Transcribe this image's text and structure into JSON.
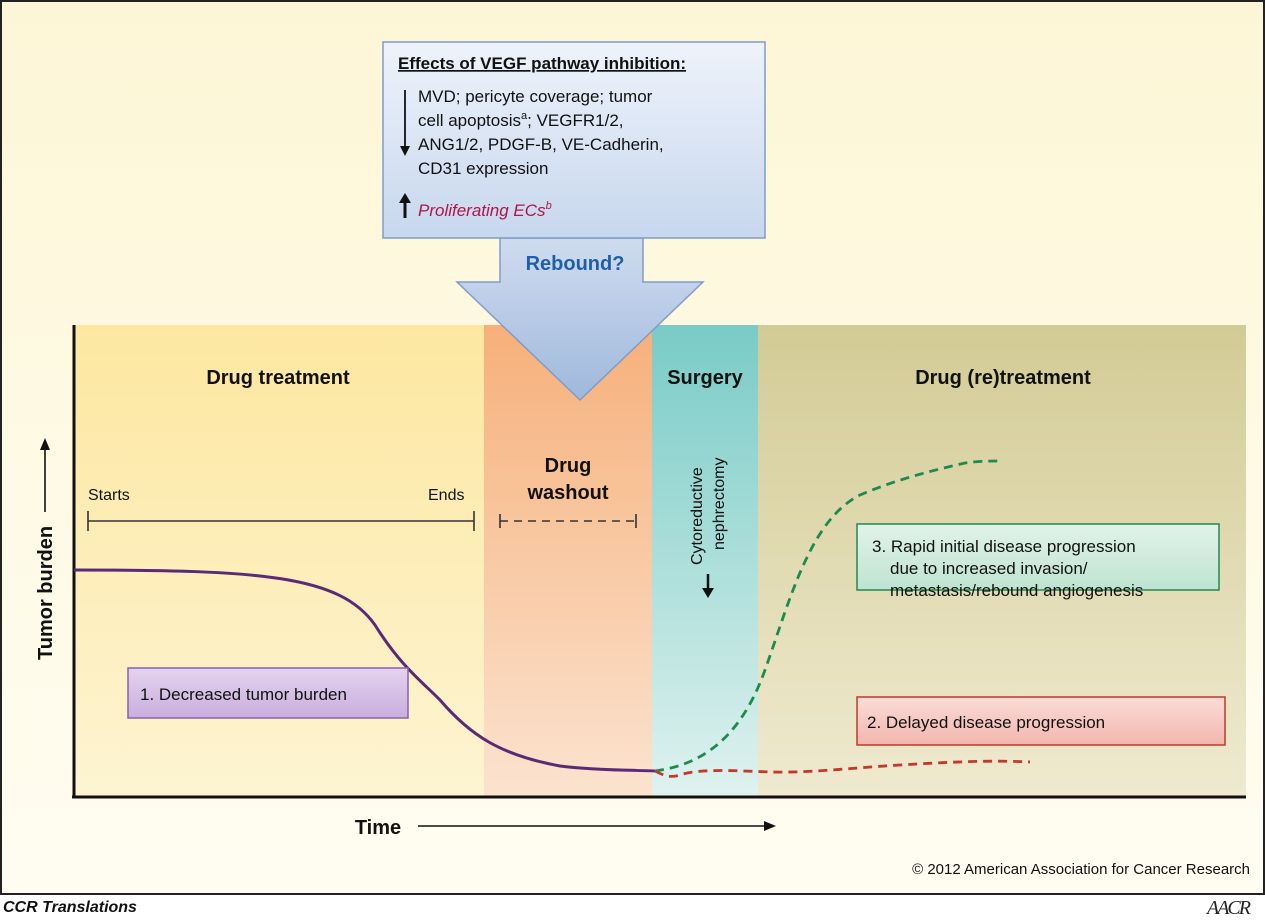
{
  "diagram": {
    "effects_box": {
      "title": "Effects of VEGF pathway inhibition:",
      "down_lines": [
        "MVD; pericyte coverage; tumor",
        "cell apoptosis",
        "; VEGFR1/2,",
        "ANG1/2, PDGF-B, VE-Cadherin,",
        "CD31 expression"
      ],
      "apoptosis_sup": "a",
      "up_line": "Proliferating ECs",
      "up_sup": "b",
      "down_arrow_icon": "down-arrow",
      "up_arrow_icon": "up-arrow"
    },
    "arrow_label": "Rebound?",
    "phases": {
      "treatment": "Drug treatment",
      "washout_line1": "Drug",
      "washout_line2": "washout",
      "surgery": "Surgery",
      "surgery_vertical_1": "Cytoreductive",
      "surgery_vertical_2": "nephrectomy",
      "retreatment": "Drug (re)treatment"
    },
    "timeline": {
      "start": "Starts",
      "end": "Ends"
    },
    "axes": {
      "y": "Tumor burden",
      "x": "Time"
    },
    "boxes": {
      "outcome1": "1. Decreased tumor burden",
      "outcome2": "2. Delayed disease progression",
      "outcome3_line1": "3. Rapid initial disease progression",
      "outcome3_line2": "due to increased invasion/",
      "outcome3_line3": "metastasis/rebound angiogenesis"
    },
    "copyright": "© 2012 American Association for Cancer Research",
    "colors": {
      "background_top": "#fdf8dc",
      "treatment": "#fde7a0",
      "washout": "#f7b98a",
      "surgery": "#8dd3cf",
      "retreatment": "#d9d2a0",
      "purple_curve": "#5a2a78",
      "green_curve": "#1f8a4e",
      "red_curve": "#c0392b",
      "rebound_text": "#1f5fa8",
      "proliferating_text": "#b0144a"
    }
  },
  "footer": {
    "journal": "CCR Translations",
    "logo": "AACR"
  }
}
